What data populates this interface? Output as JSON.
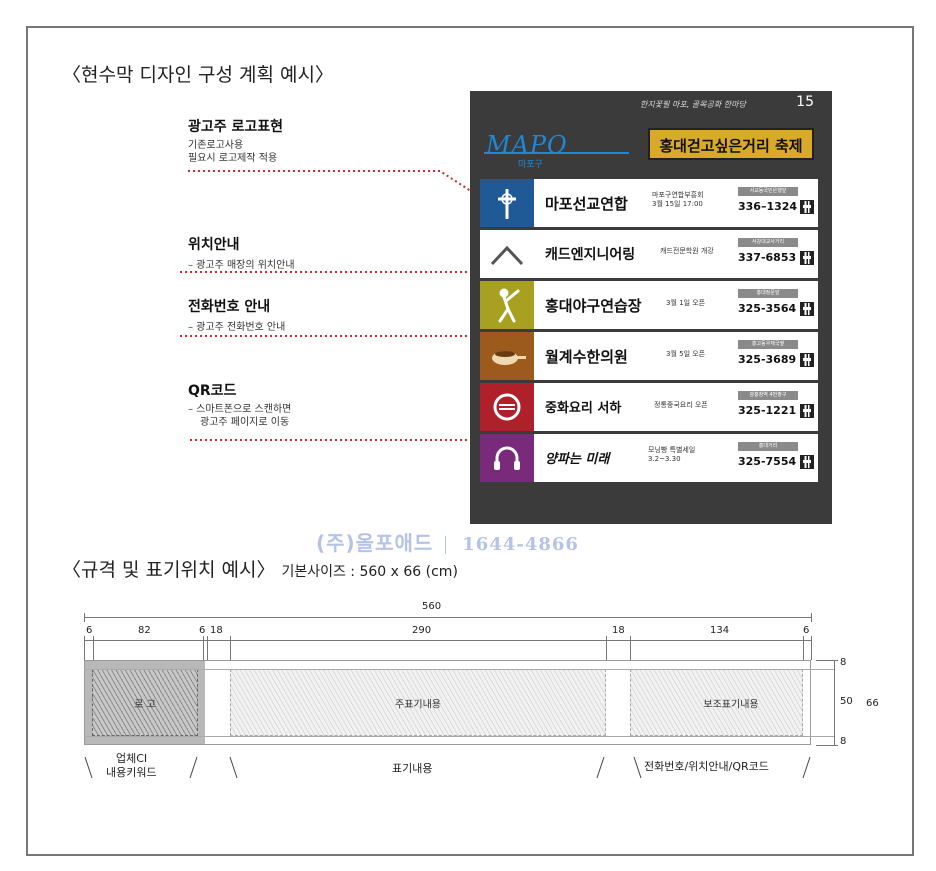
{
  "section1": {
    "title": "〈현수막 디자인 구성 계획 예시〉"
  },
  "annotations": [
    {
      "title": "광고주 로고표현",
      "lines": [
        "기존로고사용",
        "필요시 로고제작 적용"
      ]
    },
    {
      "title": "위치안내",
      "lines": [
        "– 광고주 매장의 위치안내"
      ]
    },
    {
      "title": "전화번호 안내",
      "lines": [
        "– 광고주 전화번호 안내"
      ]
    },
    {
      "title": "QR코드",
      "lines": [
        "– 스마트폰으로 스캔하면",
        "광고주 페이지로 이동"
      ]
    }
  ],
  "board": {
    "slogan": "한지꽃필 마포, 골목공화 한마당",
    "number": "15",
    "logo": "MAPO",
    "logo_sub": "마포구",
    "festival": "홍대걷고싶은거리 축제",
    "colors": {
      "bg": "#3b3b3b",
      "festival": "#d9a92a",
      "logo": "#1e88d6"
    },
    "rows": [
      {
        "name": "마포선교연합",
        "desc": [
          "마포구연합부흥회",
          "3월 15일 17:00"
        ],
        "loc": "서교동국민은행앞",
        "tel": "336–1324",
        "icon": "cross-icon",
        "color": "#1f5a96"
      },
      {
        "name": "캐드엔지니어링",
        "desc": [
          "캐드전문학원 개강"
        ],
        "loc": "서강대교사거리",
        "tel": "337-6853",
        "icon": "roof-icon",
        "color": "#5a5a5a"
      },
      {
        "name": "홍대야구연습장",
        "desc": [
          "3월 1일 오픈"
        ],
        "loc": "홍대정문앞",
        "tel": "325-3564",
        "icon": "baseball-icon",
        "color": "#a8a020"
      },
      {
        "name": "월계수한의원",
        "desc": [
          "3월 5일 오픈"
        ],
        "loc": "홍고동우체국옆",
        "tel": "325-3689",
        "icon": "herb-pot-icon",
        "color": "#9c5a1c"
      },
      {
        "name": "중화요리 서하",
        "desc": [
          "정통중국요리 오픈"
        ],
        "loc": "광흥창역 4번출구",
        "tel": "325-1221",
        "icon": "noodle-bowl-icon",
        "color": "#b0202a"
      },
      {
        "name": "양파는 미래",
        "desc": [
          "모닝빵 특별세일",
          "3.2~3.30"
        ],
        "loc": "홍대거리",
        "tel": "325-7554",
        "icon": "headphones-icon",
        "color": "#7a2a7a"
      }
    ]
  },
  "watermark": {
    "brand": "(주)올포애드",
    "tel": "1644-4866"
  },
  "section2": {
    "title": "〈규격 및 표기위치 예시〉",
    "subtitle": "기본사이즈 : 560 x 66 (cm)"
  },
  "spec": {
    "total": "560",
    "segments": [
      "6",
      "82",
      "6",
      "18",
      "290",
      "18",
      "134",
      "6"
    ],
    "heights": [
      "8",
      "50",
      "8"
    ],
    "total_height": "66",
    "zones": {
      "logo": "로 고",
      "main": "주표기내용",
      "sub": "보조표기내용"
    },
    "captions": {
      "left_1": "업체CI",
      "left_2": "내용키워드",
      "center": "표기내용",
      "right": "전화번호/위치안내/QR코드"
    }
  }
}
